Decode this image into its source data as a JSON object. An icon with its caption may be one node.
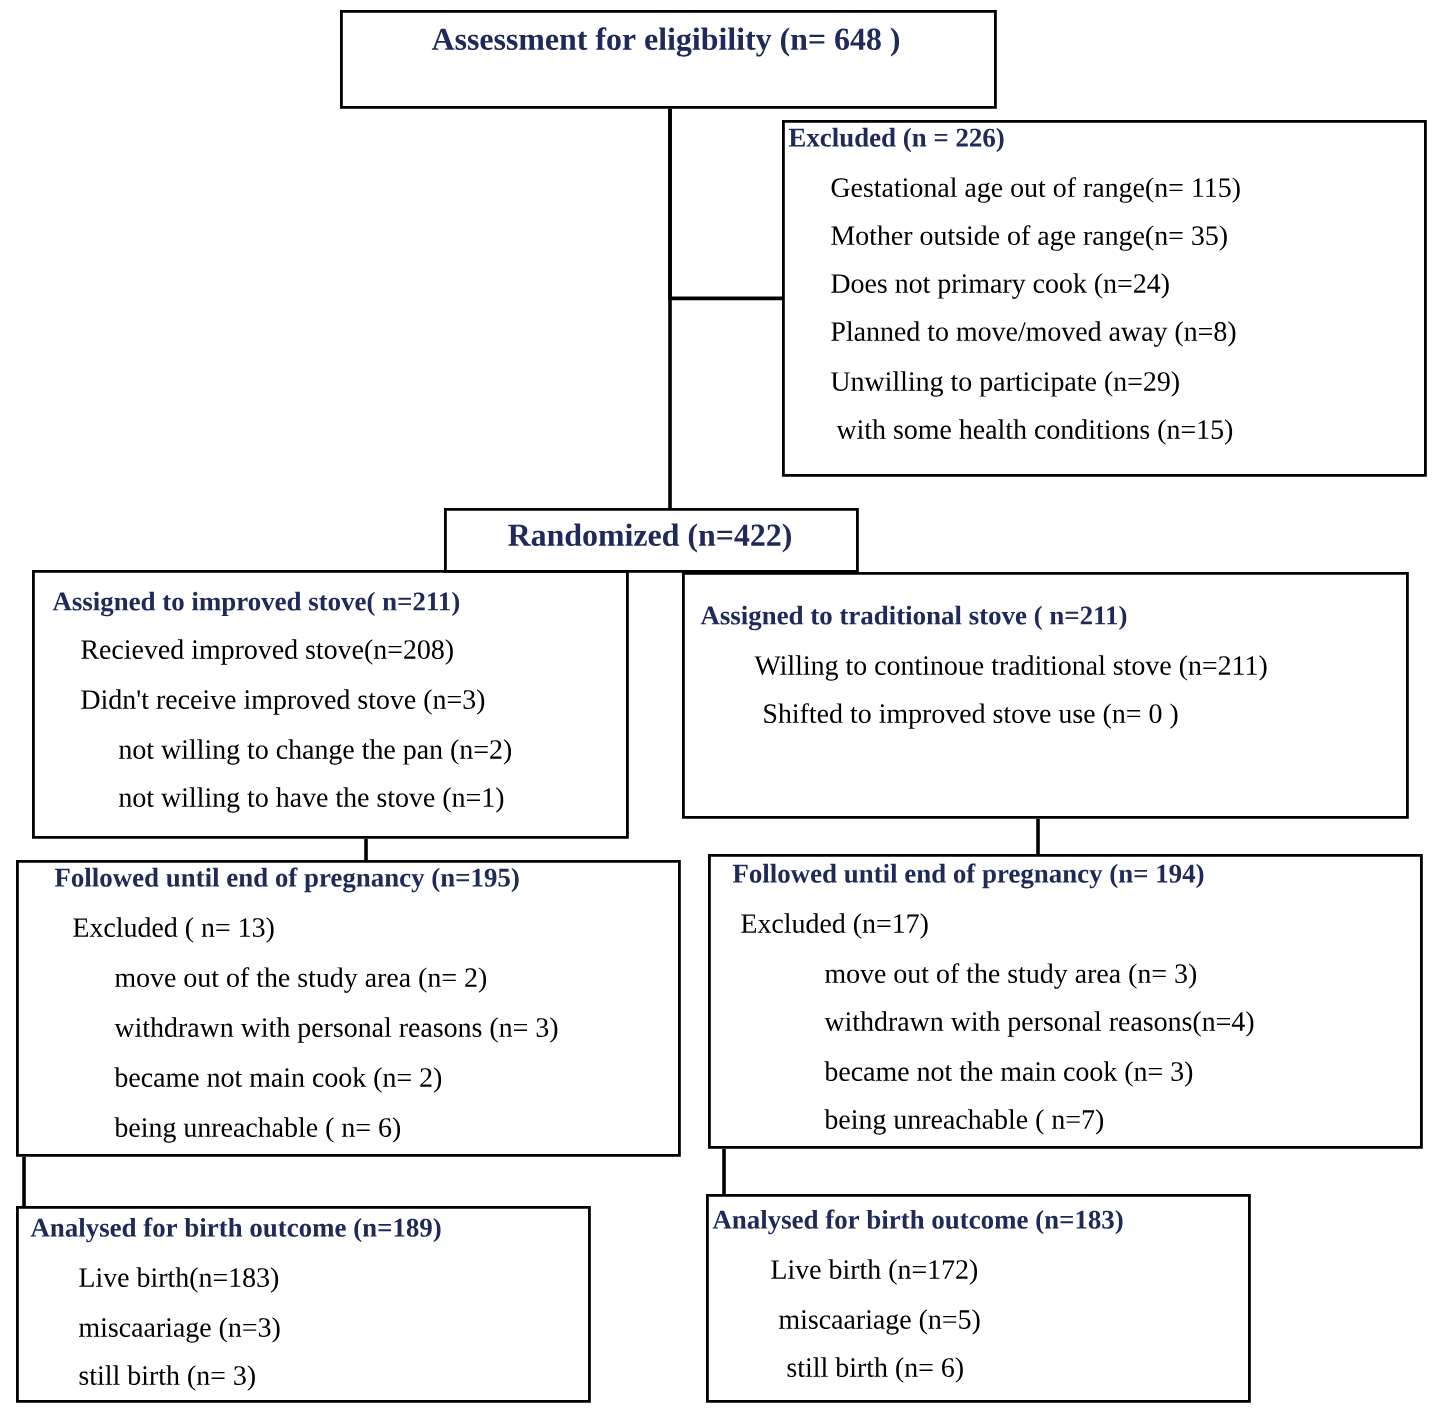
{
  "diagram": {
    "nodes": [
      {
        "text": [
          "Assessment for eligibility (n= 648 )"
        ]
      },
      {
        "text": [
          "Excluded (n = 226)",
          "Gestational age out of range(n= 115)",
          "Mother outside of age range(n= 35)",
          "Does not primary cook (n=24)",
          "Planned to move/moved away (n=8)",
          "Unwilling to participate (n=29)",
          "with some health conditions (n=15)"
        ]
      },
      {
        "text": [
          "Randomized (n=422)"
        ]
      },
      {
        "text": [
          "Assigned to improved stove( n=211)",
          "Recieved improved stove(n=208)",
          "Didn't receive improved stove (n=3)",
          "not willing to change the pan (n=2)",
          "not willing to have the stove (n=1)"
        ]
      },
      {
        "text": [
          "Assigned to traditional stove ( n=211)",
          "Willing to continoue traditional stove (n=211)",
          "Shifted to improved stove use (n= 0 )"
        ]
      },
      {
        "text": [
          "Followed until end of pregnancy (n=195)",
          "Excluded ( n= 13)",
          "move out of the study area (n= 2)",
          "withdrawn with personal reasons (n= 3)",
          "became not main cook (n= 2)",
          "being unreachable ( n= 6)"
        ]
      },
      {
        "text": [
          "Followed until end of pregnancy (n= 194)",
          "Excluded (n=17)",
          "move out of the study area (n= 3)",
          "withdrawn with personal reasons(n=4)",
          "became not the main cook (n= 3)",
          "being unreachable ( n=7)"
        ]
      },
      {
        "text": [
          "Analysed for birth outcome (n=189)",
          "Live birth(n=183)",
          "miscaariage (n=3)",
          "still birth (n= 3)"
        ]
      },
      {
        "text": [
          "Analysed for birth outcome (n=183)",
          "Live birth (n=172)",
          "miscaariage (n=5)",
          "still birth (n= 6)"
        ]
      }
    ],
    "edges": [
      {
        "from": 0,
        "to": 2,
        "arrow": "none"
      },
      {
        "from": 0,
        "to": 1,
        "arrow": "none"
      },
      {
        "from": 3,
        "to": 5,
        "arrow": "none"
      },
      {
        "from": 4,
        "to": 6,
        "arrow": "none"
      },
      {
        "from": 5,
        "to": 7,
        "arrow": "none"
      },
      {
        "from": 6,
        "to": 8,
        "arrow": "none"
      }
    ]
  }
}
